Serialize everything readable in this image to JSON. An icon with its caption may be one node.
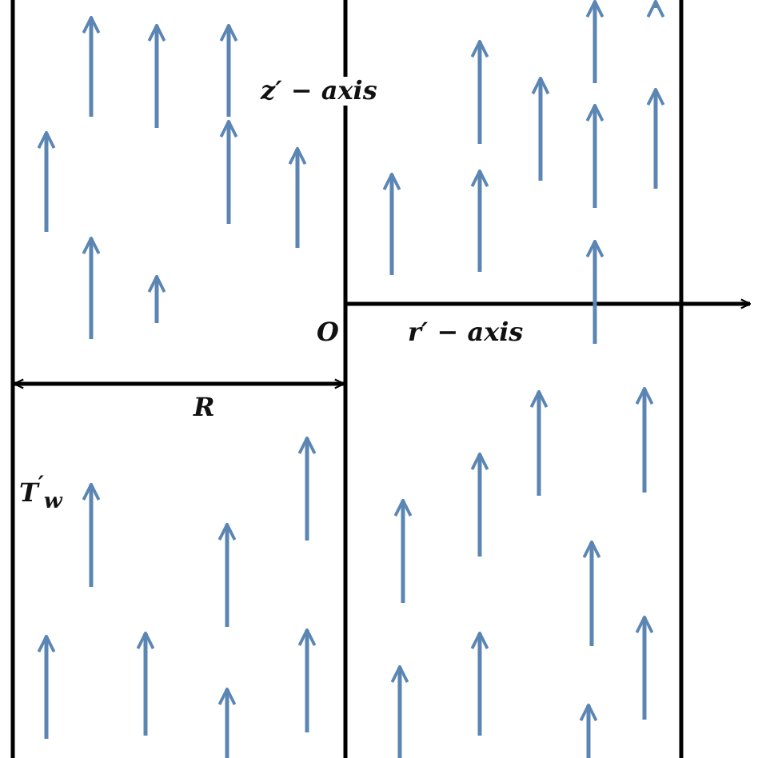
{
  "diagram": {
    "labels": [
      "z′ − axis",
      "O",
      "r′ − axis",
      "R",
      "T$^{′}$$_{w}$"
    ]
  }
}
